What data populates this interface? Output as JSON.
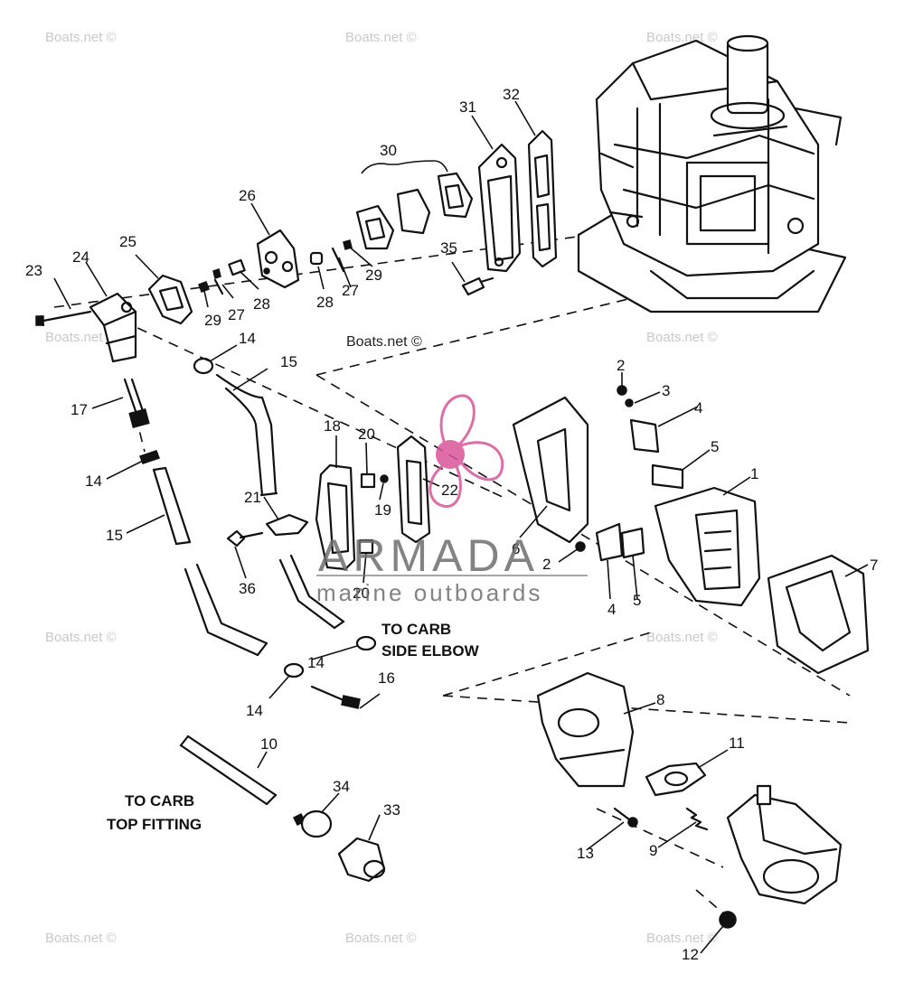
{
  "watermark": {
    "text": "Boats.net ©"
  },
  "logo": {
    "word": "ARMADA",
    "subtitle": "marine outboards",
    "color": "#d9549a"
  },
  "callouts": {
    "c1": "1",
    "c2a": "2",
    "c2b": "2",
    "c3": "3",
    "c4a": "4",
    "c4b": "4",
    "c5a": "5",
    "c5b": "5",
    "c6": "6",
    "c7": "7",
    "c8": "8",
    "c9": "9",
    "c10": "10",
    "c11": "11",
    "c12": "12",
    "c13": "13",
    "c14a": "14",
    "c14b": "14",
    "c14c": "14",
    "c14d": "14",
    "c15a": "15",
    "c15b": "15",
    "c16": "16",
    "c17": "17",
    "c18": "18",
    "c19": "19",
    "c20a": "20",
    "c20b": "20",
    "c21": "21",
    "c22": "22",
    "c23": "23",
    "c24": "24",
    "c25": "25",
    "c26": "26",
    "c27a": "27",
    "c27b": "27",
    "c28a": "28",
    "c28b": "28",
    "c29a": "29",
    "c29b": "29",
    "c30": "30",
    "c31": "31",
    "c32": "32",
    "c33": "33",
    "c34": "34",
    "c35": "35",
    "c36": "36"
  },
  "notes": {
    "carb_side_line1": "TO CARB",
    "carb_side_line2": "SIDE ELBOW",
    "carb_top_line1": "TO CARB",
    "carb_top_line2": "TOP FITTING"
  }
}
